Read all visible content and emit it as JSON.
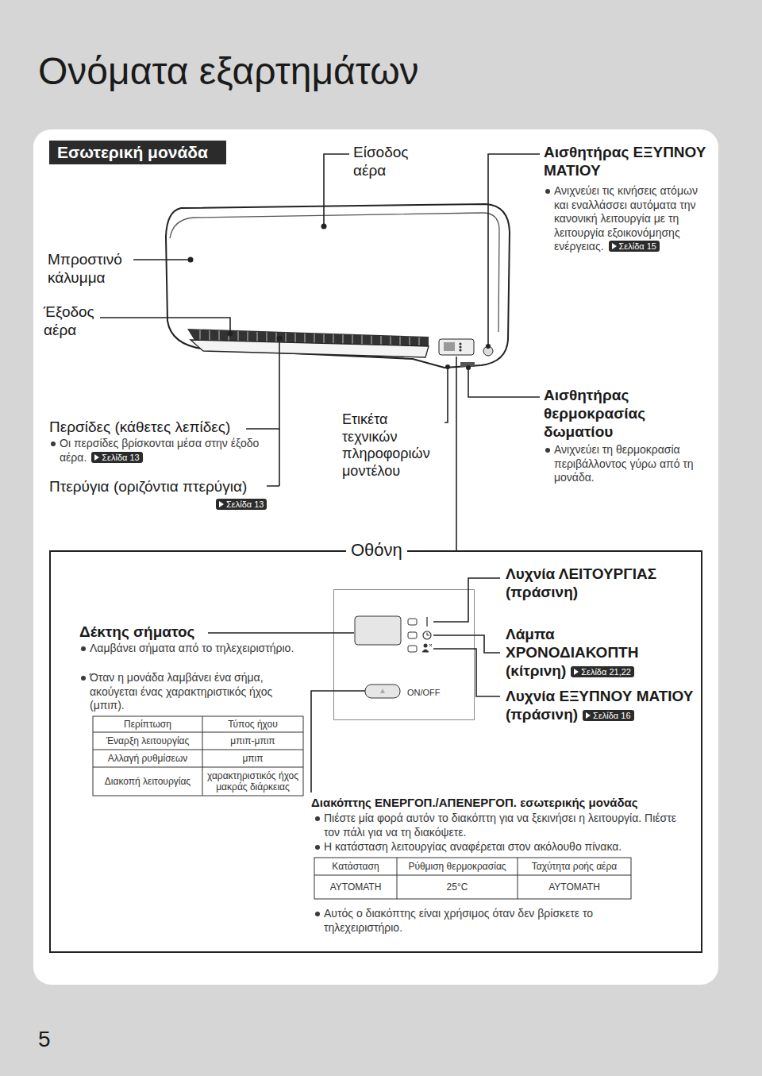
{
  "diagram": {
    "title": "Ονόματα εξαρτημάτων",
    "nodes": [
      {
        "text": [
          "Εσωτερική μονάδα"
        ]
      },
      {
        "text": [
          "Οθόνη"
        ],
        "in": 0
      },
      {
        "text": [
          "ON/OFF"
        ],
        "in": 1
      }
    ],
    "labels": [
      "Είσοδος αέρα",
      "Αισθητήρας ΕΞΥΠΝΟΥ ΜΑΤΙΟΥ",
      "Ανιχνεύει τις κινήσεις ατόμων και εναλλάσσει αυτόματα την κανονική λειτουργία με τη λειτουργία εξοικονόμησης ενέργειας.",
      "Σελίδα 15",
      "Μπροστινό κάλυμμα",
      "Έξοδος αέρα",
      "Περσίδες (κάθετες λεπίδες)",
      "Οι περσίδες βρίσκονται μέσα στην έξοδο αέρα.",
      "Σελίδα 13",
      "Πτερύγια (οριζόντια πτερύγια)",
      "Σελίδα 13",
      "Ετικέτα τεχνικών πληροφοριών μοντέλου",
      "Αισθητήρας θερμοκρασίας δωματίου",
      "Ανιχνεύει τη θερμοκρασία περιβάλλοντος γύρω από τη μονάδα.",
      "Δέκτης σήματος",
      "Λαμβάνει σήματα από το τηλεχειριστήριο.",
      "Όταν η μονάδα λαμβάνει ένα σήμα, ακούγεται ένας χαρακτηριστικός ήχος (μπιπ).",
      "Περίπτωση",
      "Τύπος ήχου",
      "Έναρξη λειτουργίας",
      "μπιπ-μπιπ",
      "Αλλαγή ρυθμίσεων",
      "μπιπ",
      "Διακοπή λειτουργίας",
      "χαρακτηριστικός ήχος μακράς διάρκειας",
      "Λυχνία ΛΕΙΤΟΥΡΓΙΑΣ (πράσινη)",
      "Λάμπα ΧΡΟΝΟΔΙΑΚΟΠΤΗ (κίτρινη)",
      "Σελίδα 21,22",
      "Λυχνία ΕΞΥΠΝΟΥ ΜΑΤΙΟΥ (πράσινη)",
      "Σελίδα 16",
      "Διακόπτης ΕΝΕΡΓΟΠ./ΑΠΕΝΕΡΓΟΠ. εσωτερικής μονάδας",
      "Πιέστε μία φορά αυτόν το διακόπτη για να ξεκινήσει η λειτουργία. Πιέστε τον πάλι για να τη διακόψετε.",
      "Η κατάσταση λειτουργίας αναφέρεται στον ακόλουθο πίνακα.",
      "Κατάσταση",
      "Ρύθμιση θερμοκρασίας",
      "Ταχύτητα ροής αέρα",
      "ΑΥΤΟΜΑΤΗ",
      "25°C",
      "ΑΥΤΟΜΑΤΗ",
      "Αυτός ο διακόπτης είναι χρήσιμος όταν δεν βρίσκετε το τηλεχειριστήριο.",
      "5"
    ]
  }
}
